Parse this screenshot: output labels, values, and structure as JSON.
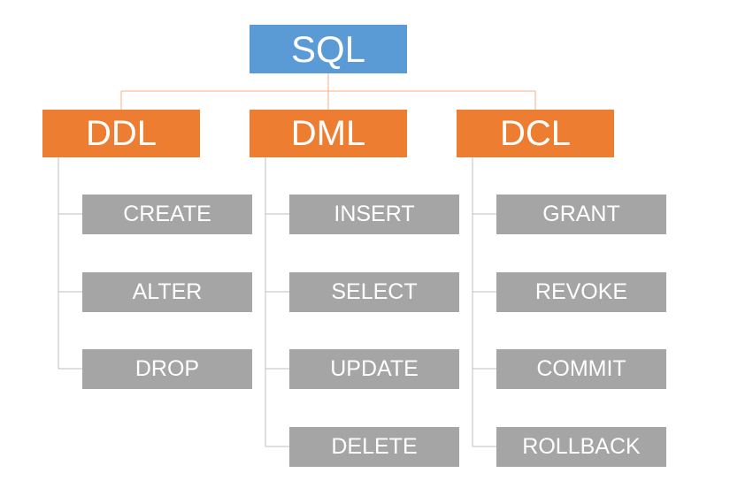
{
  "root": {
    "label": "SQL"
  },
  "categories": [
    {
      "label": "DDL",
      "commands": [
        "CREATE",
        "ALTER",
        "DROP"
      ]
    },
    {
      "label": "DML",
      "commands": [
        "INSERT",
        "SELECT",
        "UPDATE",
        "DELETE"
      ]
    },
    {
      "label": "DCL",
      "commands": [
        "GRANT",
        "REVOKE",
        "COMMIT",
        "ROLLBACK"
      ]
    }
  ],
  "colors": {
    "root": "#5b9bd5",
    "category": "#ed7d31",
    "leaf": "#a5a5a5",
    "root_connector": "#f4b183",
    "leaf_connector": "#bfbfbf"
  }
}
